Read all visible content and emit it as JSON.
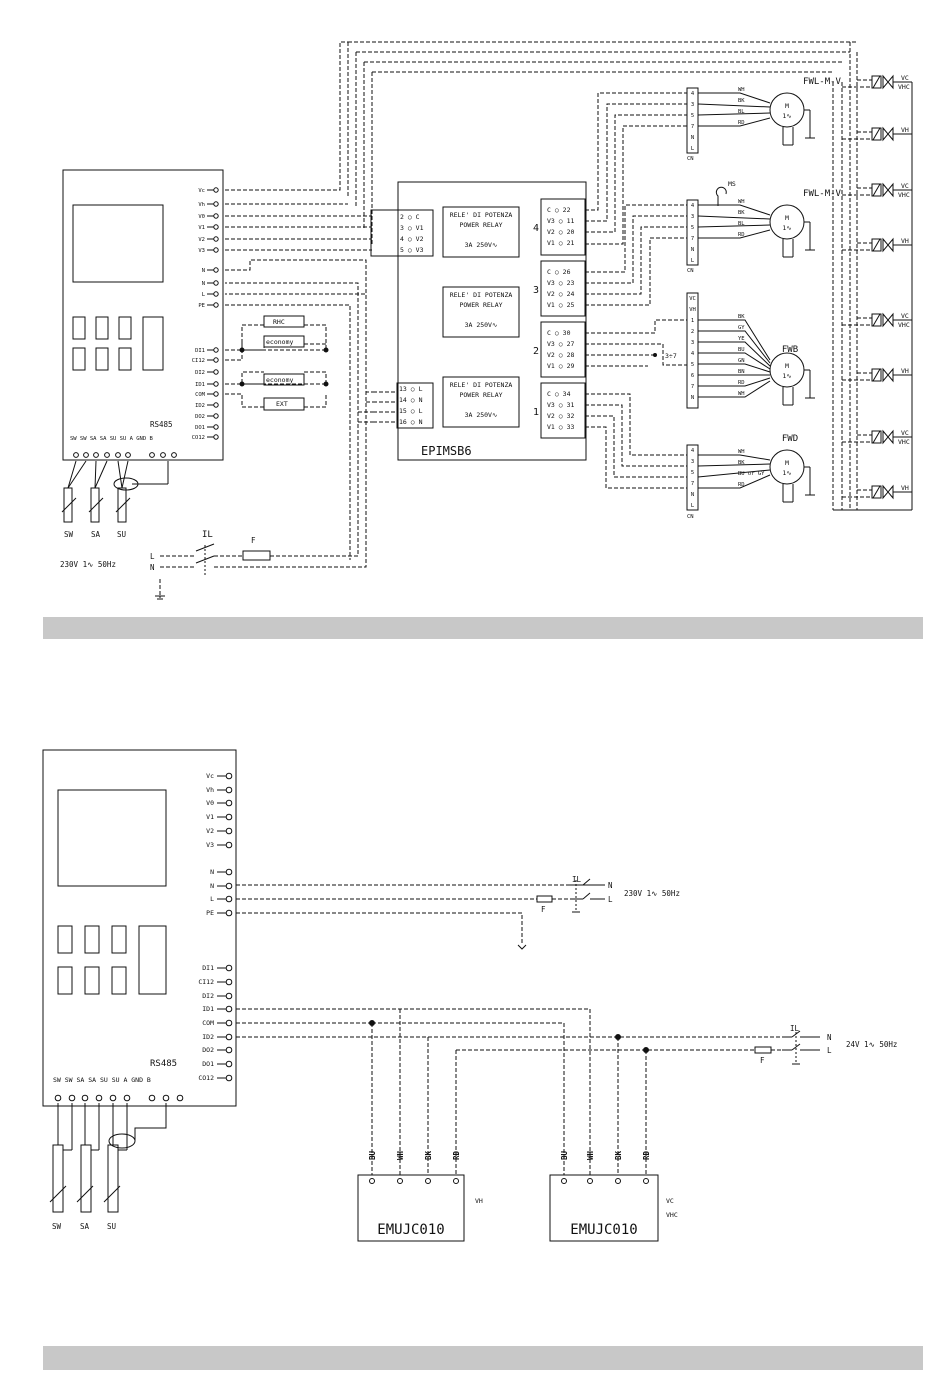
{
  "colors": {
    "bar": "#c8c8c8",
    "line": "#111111"
  },
  "top_diagram": {
    "controller_terminals": [
      "Vc",
      "Vh",
      "V0",
      "V1",
      "V2",
      "V3",
      "N",
      "N",
      "L",
      "PE",
      "DI1",
      "CI12",
      "DI2",
      "ID1",
      "COM",
      "ID2",
      "DO2",
      "DO1",
      "CO12"
    ],
    "bottom_labels": "SW SW SA SA SU SU  A GND B",
    "rs485": "RS485",
    "probe_labels": [
      "SW",
      "SA",
      "SU"
    ],
    "switch_labels": [
      "RHC",
      "economy",
      "economy",
      "EXT"
    ],
    "mini_terminals": [
      "2 ○ C",
      "3 ○ V1",
      "4 ○ V2",
      "5 ○ V3"
    ],
    "relay_in_terminals": [
      "13 ○ L",
      "14 ○ N",
      "15 ○ L",
      "16 ○ N"
    ],
    "relay_name": "EPIMSB6",
    "relay_box_line1": "RELE' DI POTENZA",
    "relay_box_line2": "POWER RELAY",
    "relay_box_line3": "3A 250V∿",
    "relay_groups": [
      {
        "num": "4",
        "terms": [
          "C ○ 22",
          "V3 ○ 11",
          "V2 ○ 20",
          "V1 ○ 21"
        ]
      },
      {
        "num": "3",
        "terms": [
          "C ○ 26",
          "V3 ○ 23",
          "V2 ○ 24",
          "V1 ○ 25"
        ]
      },
      {
        "num": "2",
        "terms": [
          "C ○ 30",
          "V3 ○ 27",
          "V2 ○ 28",
          "V1 ○ 29"
        ]
      },
      {
        "num": "1",
        "terms": [
          "C ○ 34",
          "V3 ○ 31",
          "V2 ○ 32",
          "V1 ○ 33"
        ]
      }
    ],
    "bypass_label": "3÷7",
    "power_left": "230V  1∿  50Hz",
    "il": "IL",
    "fuse": "F",
    "l": "L",
    "n": "N",
    "motors": [
      {
        "name": "FWL-M-V",
        "wires": [
          "WH",
          "BK",
          "BL",
          "RD"
        ],
        "terms": [
          "4",
          "3",
          "5",
          "7",
          "N",
          "L"
        ],
        "cn": "CN",
        "extra": ""
      },
      {
        "name": "FWL-M-V",
        "wires": [
          "WH",
          "BK",
          "BL",
          "RD"
        ],
        "terms": [
          "4",
          "3",
          "5",
          "7",
          "N",
          "L"
        ],
        "cn": "CN",
        "extra": "MS"
      },
      {
        "name": "FWB",
        "wires": [
          "BK",
          "GY",
          "YE",
          "BU",
          "GN",
          "BN",
          "RD",
          "WH"
        ],
        "terms": [
          "VC",
          "VH",
          "1",
          "2",
          "3",
          "4",
          "5",
          "6",
          "7",
          "N"
        ],
        "cn": "",
        "extra": ""
      },
      {
        "name": "FWD",
        "wires": [
          "WH",
          "BK",
          "BU or GY",
          "RD"
        ],
        "terms": [
          "4",
          "3",
          "5",
          "7",
          "N",
          "L"
        ],
        "cn": "CN",
        "extra": ""
      }
    ],
    "m": "M",
    "valves": [
      {
        "l1": "VC",
        "l2": "VHC"
      },
      {
        "l1": "VH",
        "l2": ""
      },
      {
        "l1": "VC",
        "l2": "VHC"
      },
      {
        "l1": "VH",
        "l2": ""
      },
      {
        "l1": "VC",
        "l2": "VHC"
      },
      {
        "l1": "VH",
        "l2": ""
      },
      {
        "l1": "VC",
        "l2": "VHC"
      },
      {
        "l1": "VH",
        "l2": ""
      }
    ]
  },
  "bottom_diagram": {
    "controller_terminals": [
      "Vc",
      "Vh",
      "V0",
      "V1",
      "V2",
      "V3",
      "N",
      "N",
      "L",
      "PE",
      "DI1",
      "CI12",
      "DI2",
      "ID1",
      "COM",
      "ID2",
      "DO2",
      "DO1",
      "CO12"
    ],
    "rs485": "RS485",
    "bottom_labels": "SW SW SA SA SU SU  A GND B",
    "probe_labels": [
      "SW",
      "SA",
      "SU"
    ],
    "power_230": "230V  1∿  50Hz",
    "power_24": "24V  1∿  50Hz",
    "il": "IL",
    "fuse": "F",
    "n": "N",
    "l": "L",
    "actuators": [
      {
        "name": "EMUJC010",
        "wires": [
          "BU",
          "WH",
          "BK",
          "RD"
        ],
        "label1": "VH",
        "label2": ""
      },
      {
        "name": "EMUJC010",
        "wires": [
          "BU",
          "WH",
          "BK",
          "RD"
        ],
        "label1": "VC",
        "label2": "VHC"
      }
    ]
  }
}
